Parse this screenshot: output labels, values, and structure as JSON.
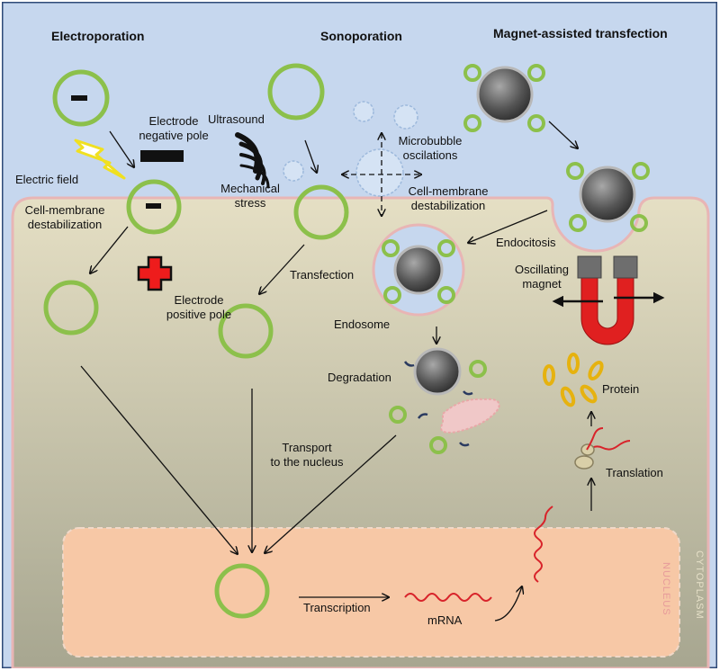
{
  "headers": {
    "electroporation": "Electroporation",
    "sonoporation": "Sonoporation",
    "magnet": "Magnet-assisted transfection"
  },
  "labels": {
    "electrode_negative": [
      "Electrode",
      "negative pole"
    ],
    "electric_field": "Electric field",
    "cell_membrane_destab_left": [
      "Cell-membrane",
      "destabilization"
    ],
    "electrode_positive": [
      "Electrode",
      "positive pole"
    ],
    "ultrasound": "Ultrasound",
    "mechanical_stress": [
      "Mechanical",
      "stress"
    ],
    "microbubble": [
      "Microbubble",
      "oscilations"
    ],
    "cell_membrane_destab_right": [
      "Cell-membrane",
      "destabilization"
    ],
    "transfection": "Transfection",
    "endocitosis": "Endocitosis",
    "oscillating_magnet": [
      "Oscillating",
      "magnet"
    ],
    "endosome": "Endosome",
    "degradation": "Degradation",
    "protein": "Protein",
    "transport": [
      "Transport",
      "to the nucleus"
    ],
    "translation": "Translation",
    "transcription": "Transcription",
    "mrna": "mRNA",
    "nucleus": "NUCLEUS",
    "cytoplasm": "CYTOPLASM"
  },
  "colors": {
    "sky": "#c6d7ee",
    "cytoplasm_top": "#e2dcc0",
    "cytoplasm_bottom": "#a8a790",
    "membrane": "#e8b8b8",
    "nucleus": "#f7c8a6",
    "plasmid": "#8cc04b",
    "mrna": "#d8232a",
    "protein": "#e6b20f",
    "magnet": "#e02020"
  }
}
